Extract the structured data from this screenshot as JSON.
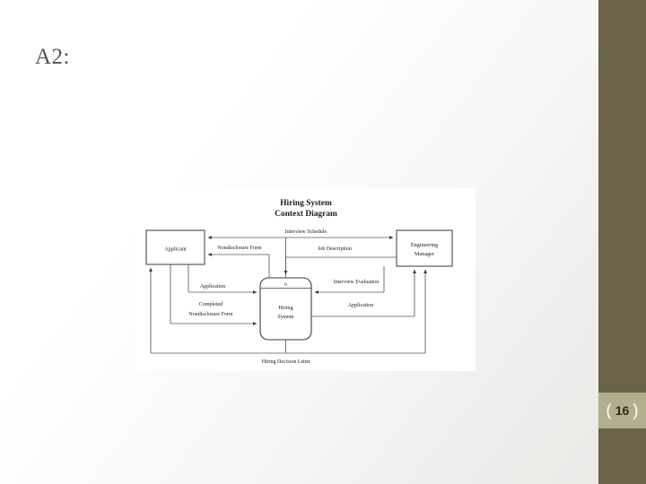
{
  "slide": {
    "title": "A2:",
    "page_number": "16",
    "bracket_left": "(",
    "bracket_right": ")",
    "accent_color": "#6a6249",
    "badge_color": "#b3ae8d",
    "title_color": "#56524a"
  },
  "diagram": {
    "title_line1": "Hiring System",
    "title_line2": "Context Diagram",
    "type": "data-flow-context-diagram",
    "entities": [
      {
        "id": "applicant",
        "label": "Applicant",
        "shape": "rectangle"
      },
      {
        "id": "engineering_manager",
        "label_line1": "Engineering",
        "label_line2": "Manager",
        "shape": "rectangle"
      }
    ],
    "process": {
      "id": "hiring_system",
      "number": "0",
      "label_line1": "Hiring",
      "label_line2": "System",
      "shape": "rounded-rectangle"
    },
    "flows": [
      {
        "id": "interview-schedule",
        "label": "Interview Schedule",
        "from": "hiring_system",
        "to": "applicant, engineering_manager"
      },
      {
        "id": "nondisclosure-form",
        "label": "Nondisclosure Form",
        "from": "hiring_system",
        "to": "applicant"
      },
      {
        "id": "job-description",
        "label": "Job Description",
        "from": "engineering_manager",
        "to": "hiring_system"
      },
      {
        "id": "application-left",
        "label": "Application",
        "from": "applicant",
        "to": "hiring_system"
      },
      {
        "id": "completed-nondisclosure-form",
        "label_line1": "Completed",
        "label_line2": "Nondisclosure Form",
        "from": "applicant",
        "to": "hiring_system"
      },
      {
        "id": "interview-evaluation",
        "label": "Interview Evaluation",
        "from": "engineering_manager",
        "to": "hiring_system"
      },
      {
        "id": "application-right",
        "label": "Application",
        "from": "hiring_system",
        "to": "engineering_manager"
      },
      {
        "id": "hiring-decision-letter",
        "label": "Hiring Decision Letter",
        "from": "hiring_system",
        "to": "applicant, engineering_manager"
      }
    ]
  }
}
